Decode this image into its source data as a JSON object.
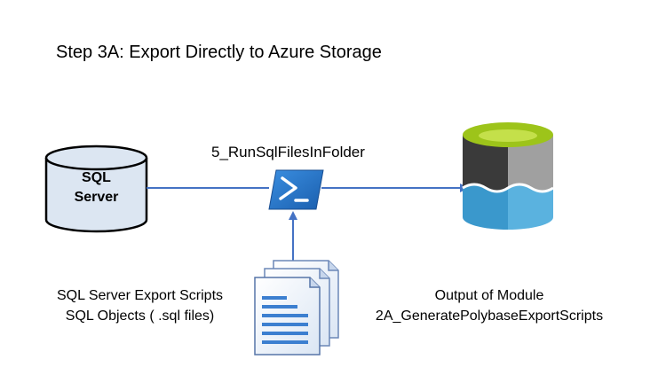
{
  "title": "Step 3A: Export Directly to Azure Storage",
  "sql_server": {
    "line1": "SQL",
    "line2": "Server"
  },
  "process_label": "5_RunSqlFilesInFolder",
  "scripts": {
    "line1": "SQL Server Export Scripts",
    "line2": "SQL Objects ( .sql files)"
  },
  "output": {
    "line1": "Output of Module",
    "line2": "2A_GeneratePolybaseExportScripts"
  },
  "icons": [
    "database-cylinder-icon",
    "powershell-icon",
    "documents-stack-icon",
    "azure-storage-icon"
  ],
  "colors": {
    "arrow": "#4472c4",
    "azure_top": "#9dc41a",
    "azure_dark": "#3a3a3a",
    "azure_gray": "#a0a0a0",
    "azure_blue": "#3a98cc",
    "azure_light_blue": "#5ab2df",
    "powershell": "#2671be"
  }
}
